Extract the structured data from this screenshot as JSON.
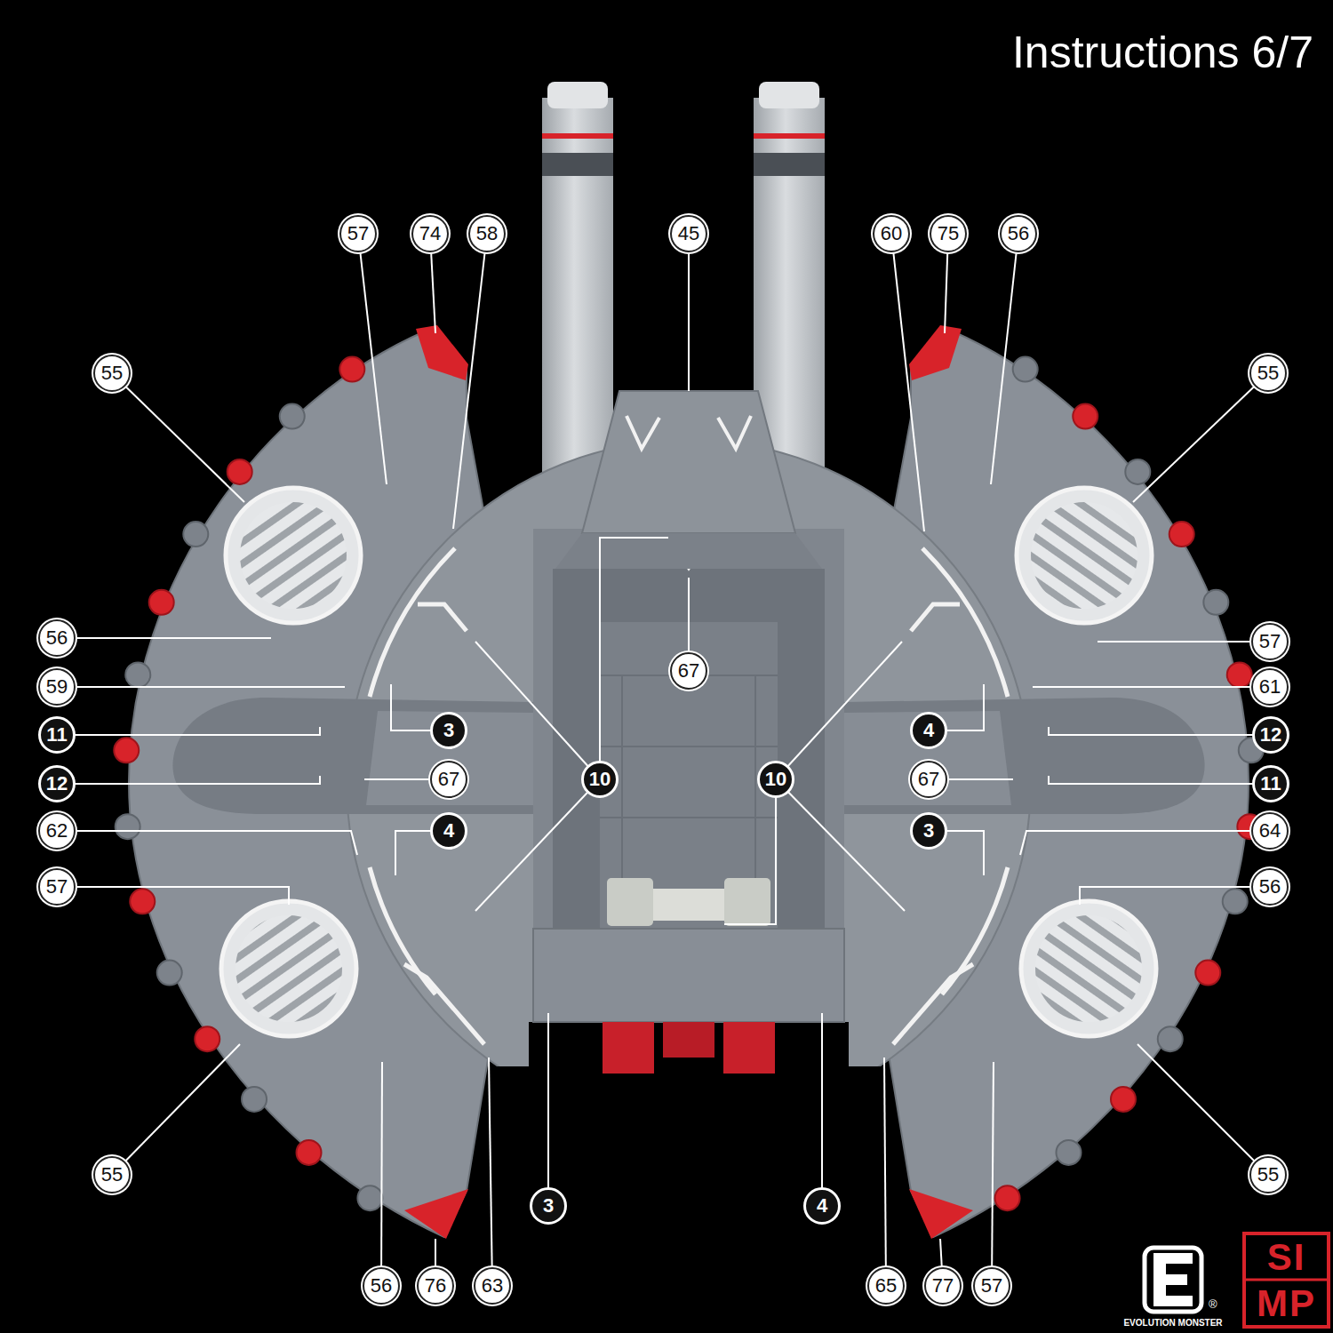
{
  "diagram": {
    "title": "Instructions 6/7",
    "labels": [
      "57",
      "74",
      "58",
      "45",
      "60",
      "75",
      "56",
      "55",
      "55",
      "56",
      "57",
      "59",
      "61",
      "11",
      "3",
      "4",
      "12",
      "10",
      "10",
      "12",
      "67",
      "67",
      "11",
      "67",
      "62",
      "4",
      "3",
      "64",
      "57",
      "56",
      "55",
      "55",
      "3",
      "4",
      "56",
      "76",
      "63",
      "65",
      "77",
      "57",
      "EVOLUTION MONSTER",
      "®",
      "SI",
      "MP"
    ]
  }
}
